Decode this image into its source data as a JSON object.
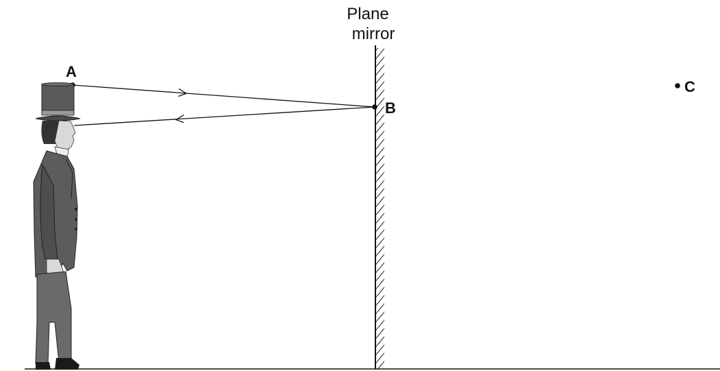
{
  "mirror": {
    "label_line1": "Plane",
    "label_line2": "mirror"
  },
  "points": {
    "a": "A",
    "b": "B",
    "c": "C"
  },
  "colors": {
    "ink": "#111111",
    "figure_dark": "#444444",
    "figure_mid": "#6a6a6a",
    "skin": "#d9d9d9"
  }
}
